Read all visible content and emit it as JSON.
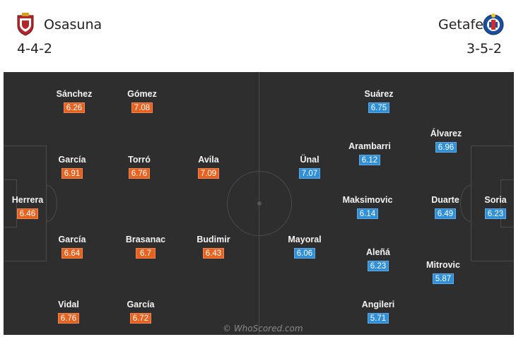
{
  "home": {
    "name": "Osasuna",
    "formation": "4-4-2",
    "crest": "osasuna-crest-icon",
    "color": "#e8621f",
    "players": [
      {
        "name": "Sánchez",
        "rating": "6.26"
      },
      {
        "name": "Gómez",
        "rating": "7.08"
      },
      {
        "name": "García",
        "rating": "6.91"
      },
      {
        "name": "Torró",
        "rating": "6.76"
      },
      {
        "name": "Avila",
        "rating": "7.09"
      },
      {
        "name": "Herrera",
        "rating": "6.46"
      },
      {
        "name": "García",
        "rating": "6.64"
      },
      {
        "name": "Brasanac",
        "rating": "6.7"
      },
      {
        "name": "Budimir",
        "rating": "6.43"
      },
      {
        "name": "Vidal",
        "rating": "6.76"
      },
      {
        "name": "García",
        "rating": "6.72"
      }
    ]
  },
  "away": {
    "name": "Getafe",
    "formation": "3-5-2",
    "crest": "getafe-crest-icon",
    "color": "#2f8fd8",
    "players": [
      {
        "name": "Suárez",
        "rating": "6.75"
      },
      {
        "name": "Álvarez",
        "rating": "6.96"
      },
      {
        "name": "Arambarri",
        "rating": "6.12"
      },
      {
        "name": "Ünal",
        "rating": "7.07"
      },
      {
        "name": "Maksimovic",
        "rating": "6.14"
      },
      {
        "name": "Duarte",
        "rating": "6.49"
      },
      {
        "name": "Soria",
        "rating": "6.23"
      },
      {
        "name": "Mayoral",
        "rating": "6.06"
      },
      {
        "name": "Aleñá",
        "rating": "6.23"
      },
      {
        "name": "Mitrovic",
        "rating": "5.87"
      },
      {
        "name": "Angileri",
        "rating": "5.71"
      }
    ]
  },
  "credit": "© WhoScored.com"
}
